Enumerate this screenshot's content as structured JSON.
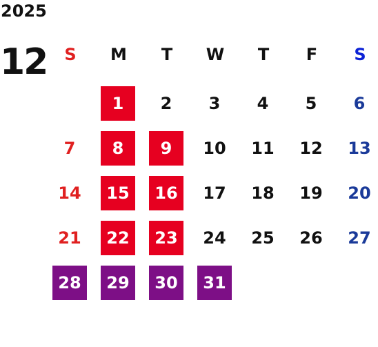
{
  "year": "2025",
  "month": "12",
  "weekdays": [
    "S",
    "M",
    "T",
    "W",
    "T",
    "F",
    "S"
  ],
  "days": {
    "d1": "1",
    "d2": "2",
    "d3": "3",
    "d4": "4",
    "d5": "5",
    "d6": "6",
    "d7": "7",
    "d8": "8",
    "d9": "9",
    "d10": "10",
    "d11": "11",
    "d12": "12",
    "d13": "13",
    "d14": "14",
    "d15": "15",
    "d16": "16",
    "d17": "17",
    "d18": "18",
    "d19": "19",
    "d20": "20",
    "d21": "21",
    "d22": "22",
    "d23": "23",
    "d24": "24",
    "d25": "25",
    "d26": "26",
    "d27": "27",
    "d28": "28",
    "d29": "29",
    "d30": "30",
    "d31": "31"
  },
  "colors": {
    "sunday_text": "#e02020",
    "saturday_text": "#1a3a99",
    "saturday_header": "#0c22d6",
    "highlight_red": "#e60020",
    "highlight_purple": "#7d0f86",
    "highlight_text": "#ffffff"
  },
  "highlights": {
    "red": [
      "1",
      "8",
      "9",
      "15",
      "16",
      "22",
      "23"
    ],
    "purple": [
      "28",
      "29",
      "30",
      "31"
    ]
  }
}
